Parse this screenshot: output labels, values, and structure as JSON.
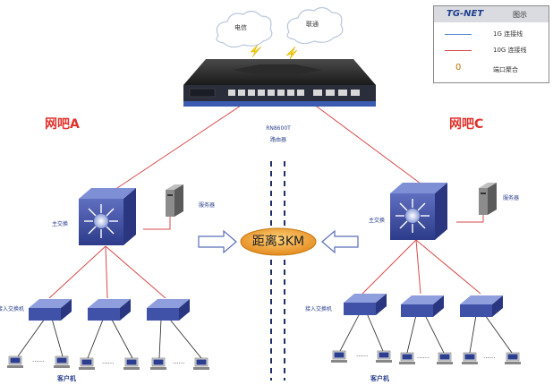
{
  "legend": {
    "brand": "TG-NET",
    "title": "图示",
    "items": [
      {
        "label": "1G 连接线",
        "color": "#5a8ed0"
      },
      {
        "label": "10G 连接线",
        "color": "#d84a4a"
      },
      {
        "label": "端口聚合",
        "symbol": "0"
      }
    ]
  },
  "clouds": [
    {
      "label": "电信"
    },
    {
      "label": "联通"
    }
  ],
  "router": {
    "model": "RN8600T",
    "role": "路由器"
  },
  "sites": [
    {
      "name": "网吧A",
      "core_switch_label": "主交换",
      "server_label": "服务器",
      "access_switch_label": "接入交换机"
    },
    {
      "name": "网吧C",
      "core_switch_label": "主交换",
      "server_label": "服务器",
      "access_switch_label": "接入交换机"
    }
  ],
  "distance": "距离3KM",
  "client_label": "客户机",
  "ellipsis": "......",
  "colors": {
    "link_10g": "#d84a4a",
    "link_1g": "#5a8ed0",
    "switch_body": "#3d4fa8",
    "arrow": "#5b6fb8",
    "distance_fill": "#f2a23a"
  }
}
